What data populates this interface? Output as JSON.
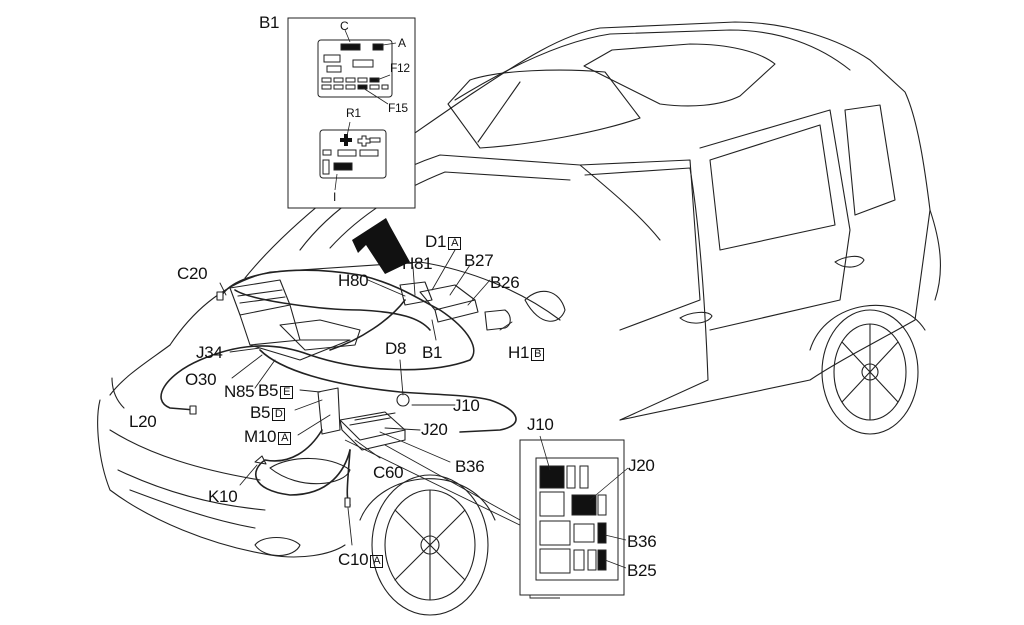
{
  "inset_fuse_box": {
    "title": "B1",
    "labels": {
      "c": "C",
      "a": "A",
      "f12": "F12",
      "f15": "F15",
      "r1": "R1",
      "i": "I"
    }
  },
  "inset_relay_box": {
    "labels": {
      "j10": "J10",
      "j20": "J20",
      "b36": "B36",
      "b25": "B25"
    }
  },
  "components": {
    "c20": "C20",
    "h80": "H80",
    "h81": "H81",
    "d1": "D1",
    "d1_tag": "A",
    "b27": "B27",
    "b26": "B26",
    "h1": "H1",
    "h1_tag": "B",
    "b1": "B1",
    "d8": "D8",
    "j34": "J34",
    "o30": "O30",
    "n85": "N85",
    "b5e": "B5",
    "b5e_tag": "E",
    "b5d": "B5",
    "b5d_tag": "D",
    "m10": "M10",
    "m10_tag": "A",
    "l20": "L20",
    "j10": "J10",
    "j20": "J20",
    "c60": "C60",
    "b36": "B36",
    "k10": "K10",
    "c10": "C10",
    "c10_tag": "A"
  }
}
